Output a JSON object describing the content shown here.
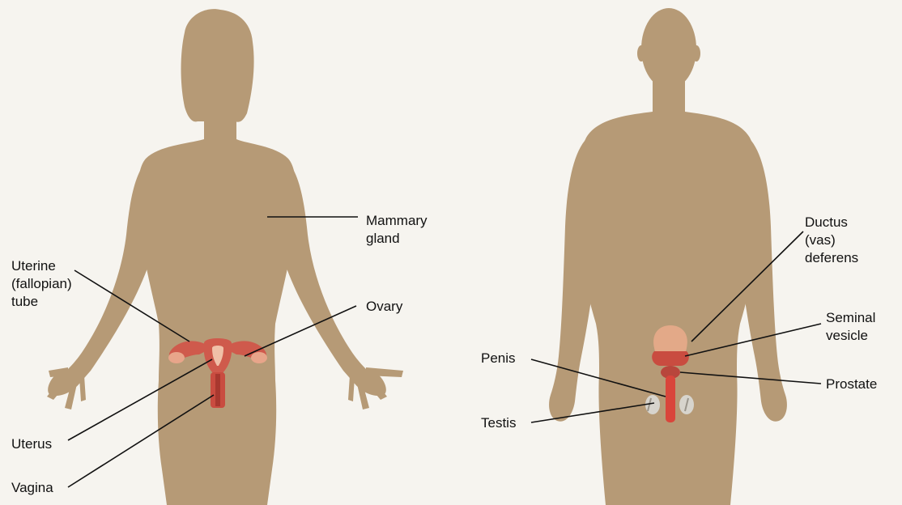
{
  "colors": {
    "background": "#f6f4ef",
    "body_fill": "#b69a76",
    "organ_red": "#cf5a4c",
    "organ_dark": "#a8382f",
    "organ_light": "#e8a58a",
    "testis": "#d7d4cd",
    "leader_line": "#111111",
    "text": "#111111"
  },
  "female": {
    "labels": {
      "mammary": "Mammary\ngland",
      "tube": "Uterine\n(fallopian)\ntube",
      "ovary": "Ovary",
      "uterus": "Uterus",
      "vagina": "Vagina"
    }
  },
  "male": {
    "labels": {
      "ductus": "Ductus\n(vas)\ndeferens",
      "seminal": "Seminal\nvesicle",
      "penis": "Penis",
      "prostate": "Prostate",
      "testis": "Testis"
    }
  }
}
